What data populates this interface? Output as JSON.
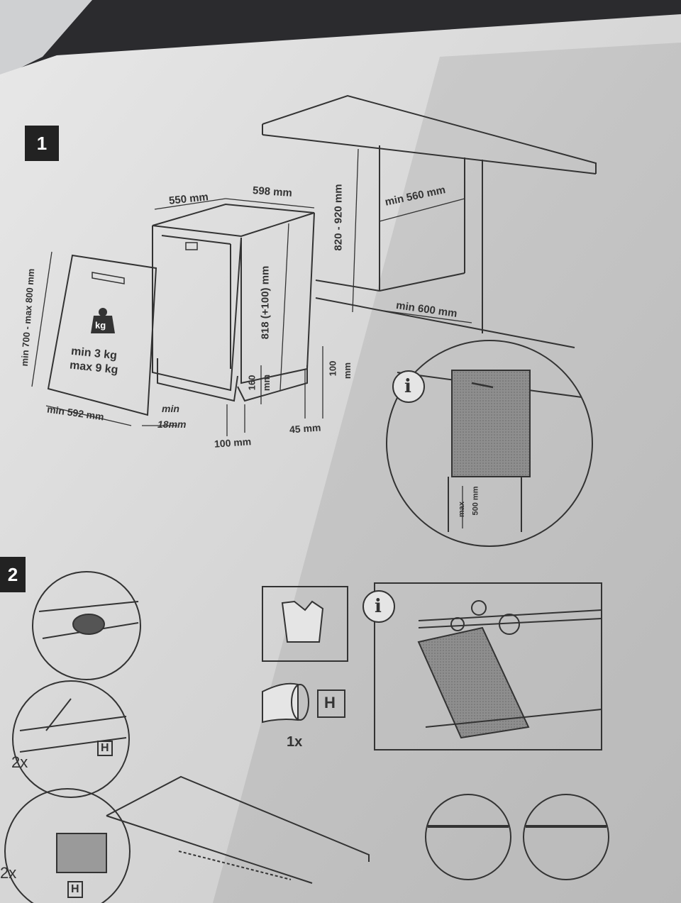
{
  "steps": {
    "step1": "1",
    "step2": "2"
  },
  "dimensions": {
    "depth": "550 mm",
    "width": "598 mm",
    "height_range": "820 - 920 mm",
    "niche_width": "min 560 mm",
    "niche_depth": "min 600 mm",
    "appliance_height": "818 (+100) mm",
    "door_height": "min 700 - max 800 mm",
    "door_width": "min 592 mm",
    "door_gap_1": "min",
    "door_gap_2": "18mm",
    "plinth_h_1": "160",
    "plinth_h_2": "mm",
    "adjust_1": "100",
    "adjust_2": "mm",
    "base_depth": "100 mm",
    "back_gap": "45 mm",
    "plinth_max_1": "max",
    "plinth_max_2": "500 mm"
  },
  "door_weight": {
    "min": "min  3 kg",
    "max": "max 9 kg",
    "icon_text": "kg"
  },
  "info_symbol": "i",
  "kit": {
    "part_letter": "H",
    "quantity": "1x"
  },
  "step2_labels": {
    "count_a": "2x",
    "count_b": "2x",
    "part_a": "H",
    "part_b": "H"
  },
  "colors": {
    "paper": "#dedede",
    "ink": "#333333",
    "shadow": "#2b2b2e"
  }
}
